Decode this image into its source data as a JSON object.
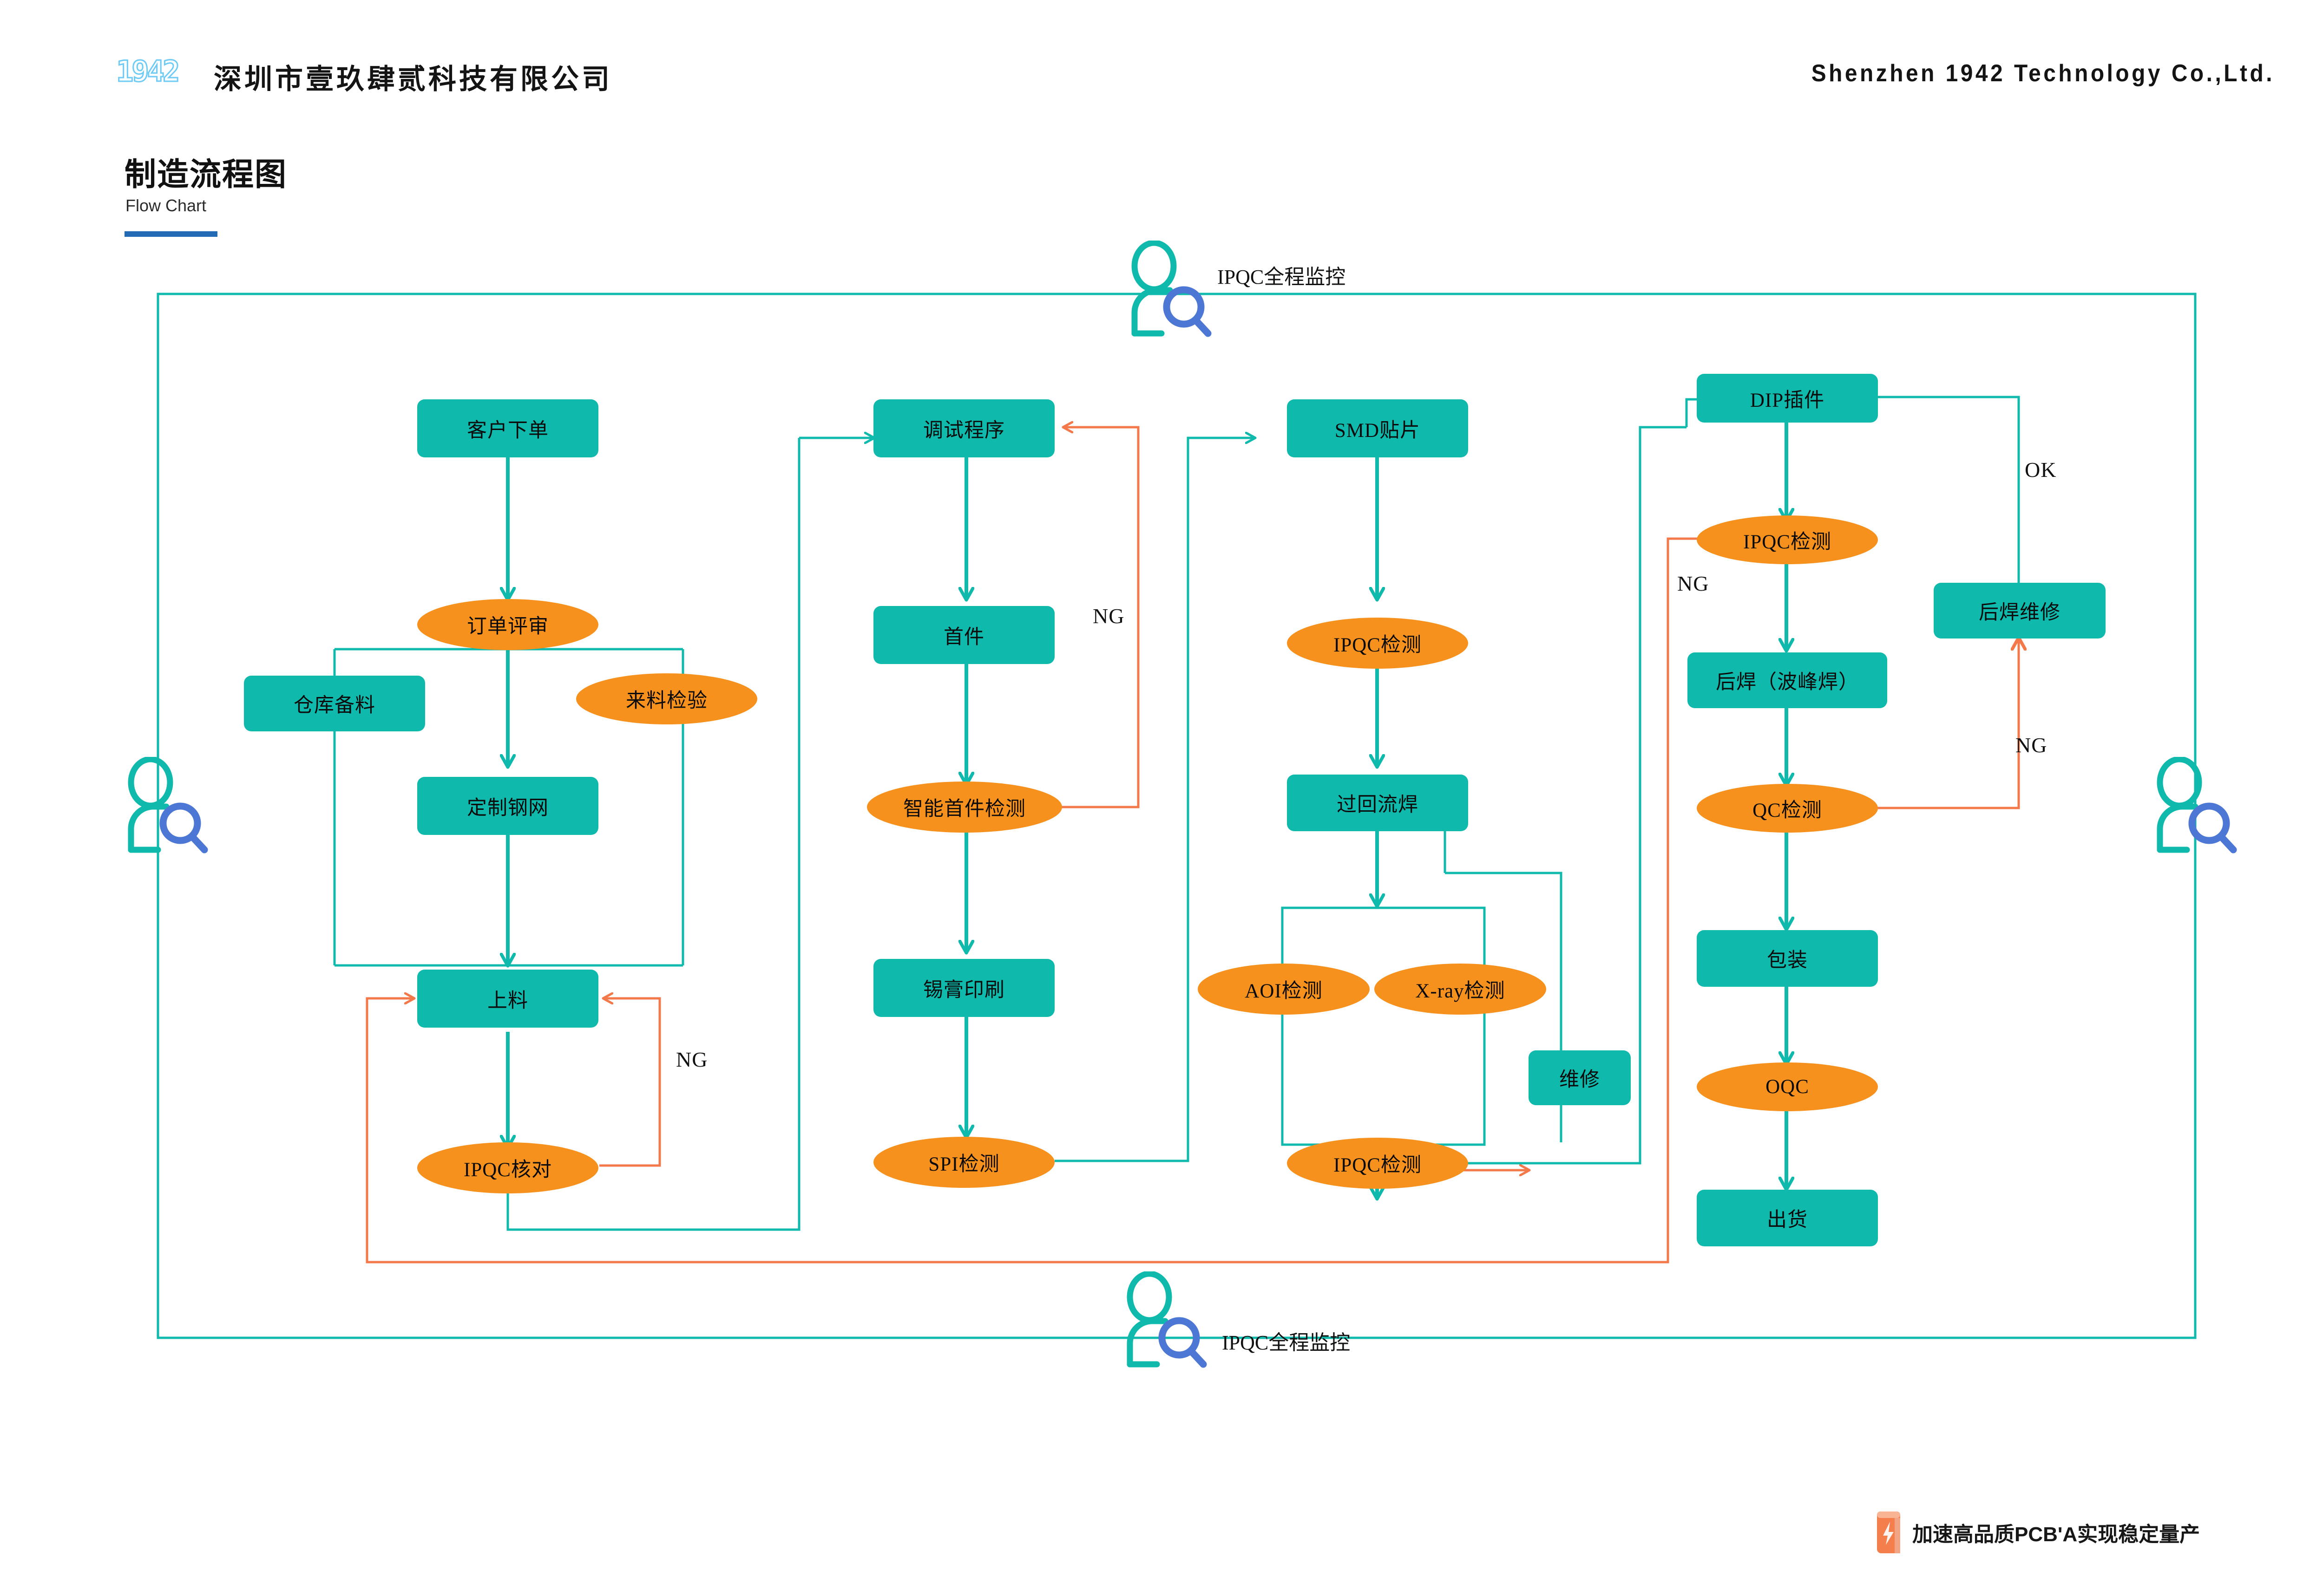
{
  "header": {
    "logo_text": "1942",
    "company_cn": "深圳市壹玖肆贰科技有限公司",
    "company_en": "Shenzhen 1942 Technology Co.,Ltd."
  },
  "title": {
    "main": "制造流程图",
    "sub": "Flow Chart",
    "rule_color": "#2469b3"
  },
  "colors": {
    "process": "#0FB9AC",
    "inspection": "#F7911E",
    "flow_line": "#0FB9AC",
    "ng_line": "#F4794A",
    "magnifier": "#4D77D4",
    "person": "#0FB9AC",
    "logo": "#6ecbf5"
  },
  "monitors": [
    {
      "id": "top",
      "label": "IPQC全程监控"
    },
    {
      "id": "bottom",
      "label": "IPQC全程监控"
    },
    {
      "id": "left",
      "label": ""
    },
    {
      "id": "right",
      "label": ""
    }
  ],
  "chart_data": {
    "type": "flowchart",
    "title": "制造流程图",
    "subtitle": "Flow Chart",
    "columns": [
      {
        "name": "column-1-order-prep",
        "nodes": [
          {
            "id": "n1",
            "label": "客户下单",
            "shape": "rect"
          },
          {
            "id": "n2",
            "label": "订单评审",
            "shape": "ellipse"
          },
          {
            "id": "n3",
            "label": "仓库备料",
            "shape": "rect"
          },
          {
            "id": "n4",
            "label": "来料检验",
            "shape": "ellipse"
          },
          {
            "id": "n5",
            "label": "定制钢网",
            "shape": "rect"
          },
          {
            "id": "n6",
            "label": "上料",
            "shape": "rect"
          },
          {
            "id": "n7",
            "label": "IPQC核对",
            "shape": "ellipse"
          }
        ]
      },
      {
        "name": "column-2-program-print",
        "nodes": [
          {
            "id": "n8",
            "label": "调试程序",
            "shape": "rect"
          },
          {
            "id": "n9",
            "label": "首件",
            "shape": "rect"
          },
          {
            "id": "n10",
            "label": "智能首件检测",
            "shape": "ellipse"
          },
          {
            "id": "n11",
            "label": "锡膏印刷",
            "shape": "rect"
          },
          {
            "id": "n12",
            "label": "SPI检测",
            "shape": "ellipse"
          }
        ]
      },
      {
        "name": "column-3-smd-reflow",
        "nodes": [
          {
            "id": "n13",
            "label": "SMD贴片",
            "shape": "rect"
          },
          {
            "id": "n14",
            "label": "IPQC检测",
            "shape": "ellipse"
          },
          {
            "id": "n15",
            "label": "过回流焊",
            "shape": "rect"
          },
          {
            "id": "n16",
            "label": "AOI检测",
            "shape": "ellipse"
          },
          {
            "id": "n17",
            "label": "X-ray检测",
            "shape": "ellipse"
          },
          {
            "id": "n18",
            "label": "维修",
            "shape": "rect"
          },
          {
            "id": "n19",
            "label": "IPQC检测",
            "shape": "ellipse"
          }
        ]
      },
      {
        "name": "column-4-dip-ship",
        "nodes": [
          {
            "id": "n20",
            "label": "DIP插件",
            "shape": "rect"
          },
          {
            "id": "n21",
            "label": "IPQC检测",
            "shape": "ellipse"
          },
          {
            "id": "n22",
            "label": "后焊（波峰焊）",
            "shape": "rect"
          },
          {
            "id": "n23",
            "label": "QC检测",
            "shape": "ellipse"
          },
          {
            "id": "n24",
            "label": "后焊维修",
            "shape": "rect"
          },
          {
            "id": "n25",
            "label": "包装",
            "shape": "rect"
          },
          {
            "id": "n26",
            "label": "OQC",
            "shape": "ellipse"
          },
          {
            "id": "n27",
            "label": "出货",
            "shape": "rect"
          }
        ]
      }
    ],
    "edge_labels": [
      {
        "id": "ng1",
        "text": "NG"
      },
      {
        "id": "ng2",
        "text": "NG"
      },
      {
        "id": "ng3",
        "text": "NG"
      },
      {
        "id": "ng4",
        "text": "NG"
      },
      {
        "id": "ok1",
        "text": "OK"
      }
    ]
  },
  "footer": {
    "badge_text": "加速高品质PCB'A实现稳定量产"
  }
}
